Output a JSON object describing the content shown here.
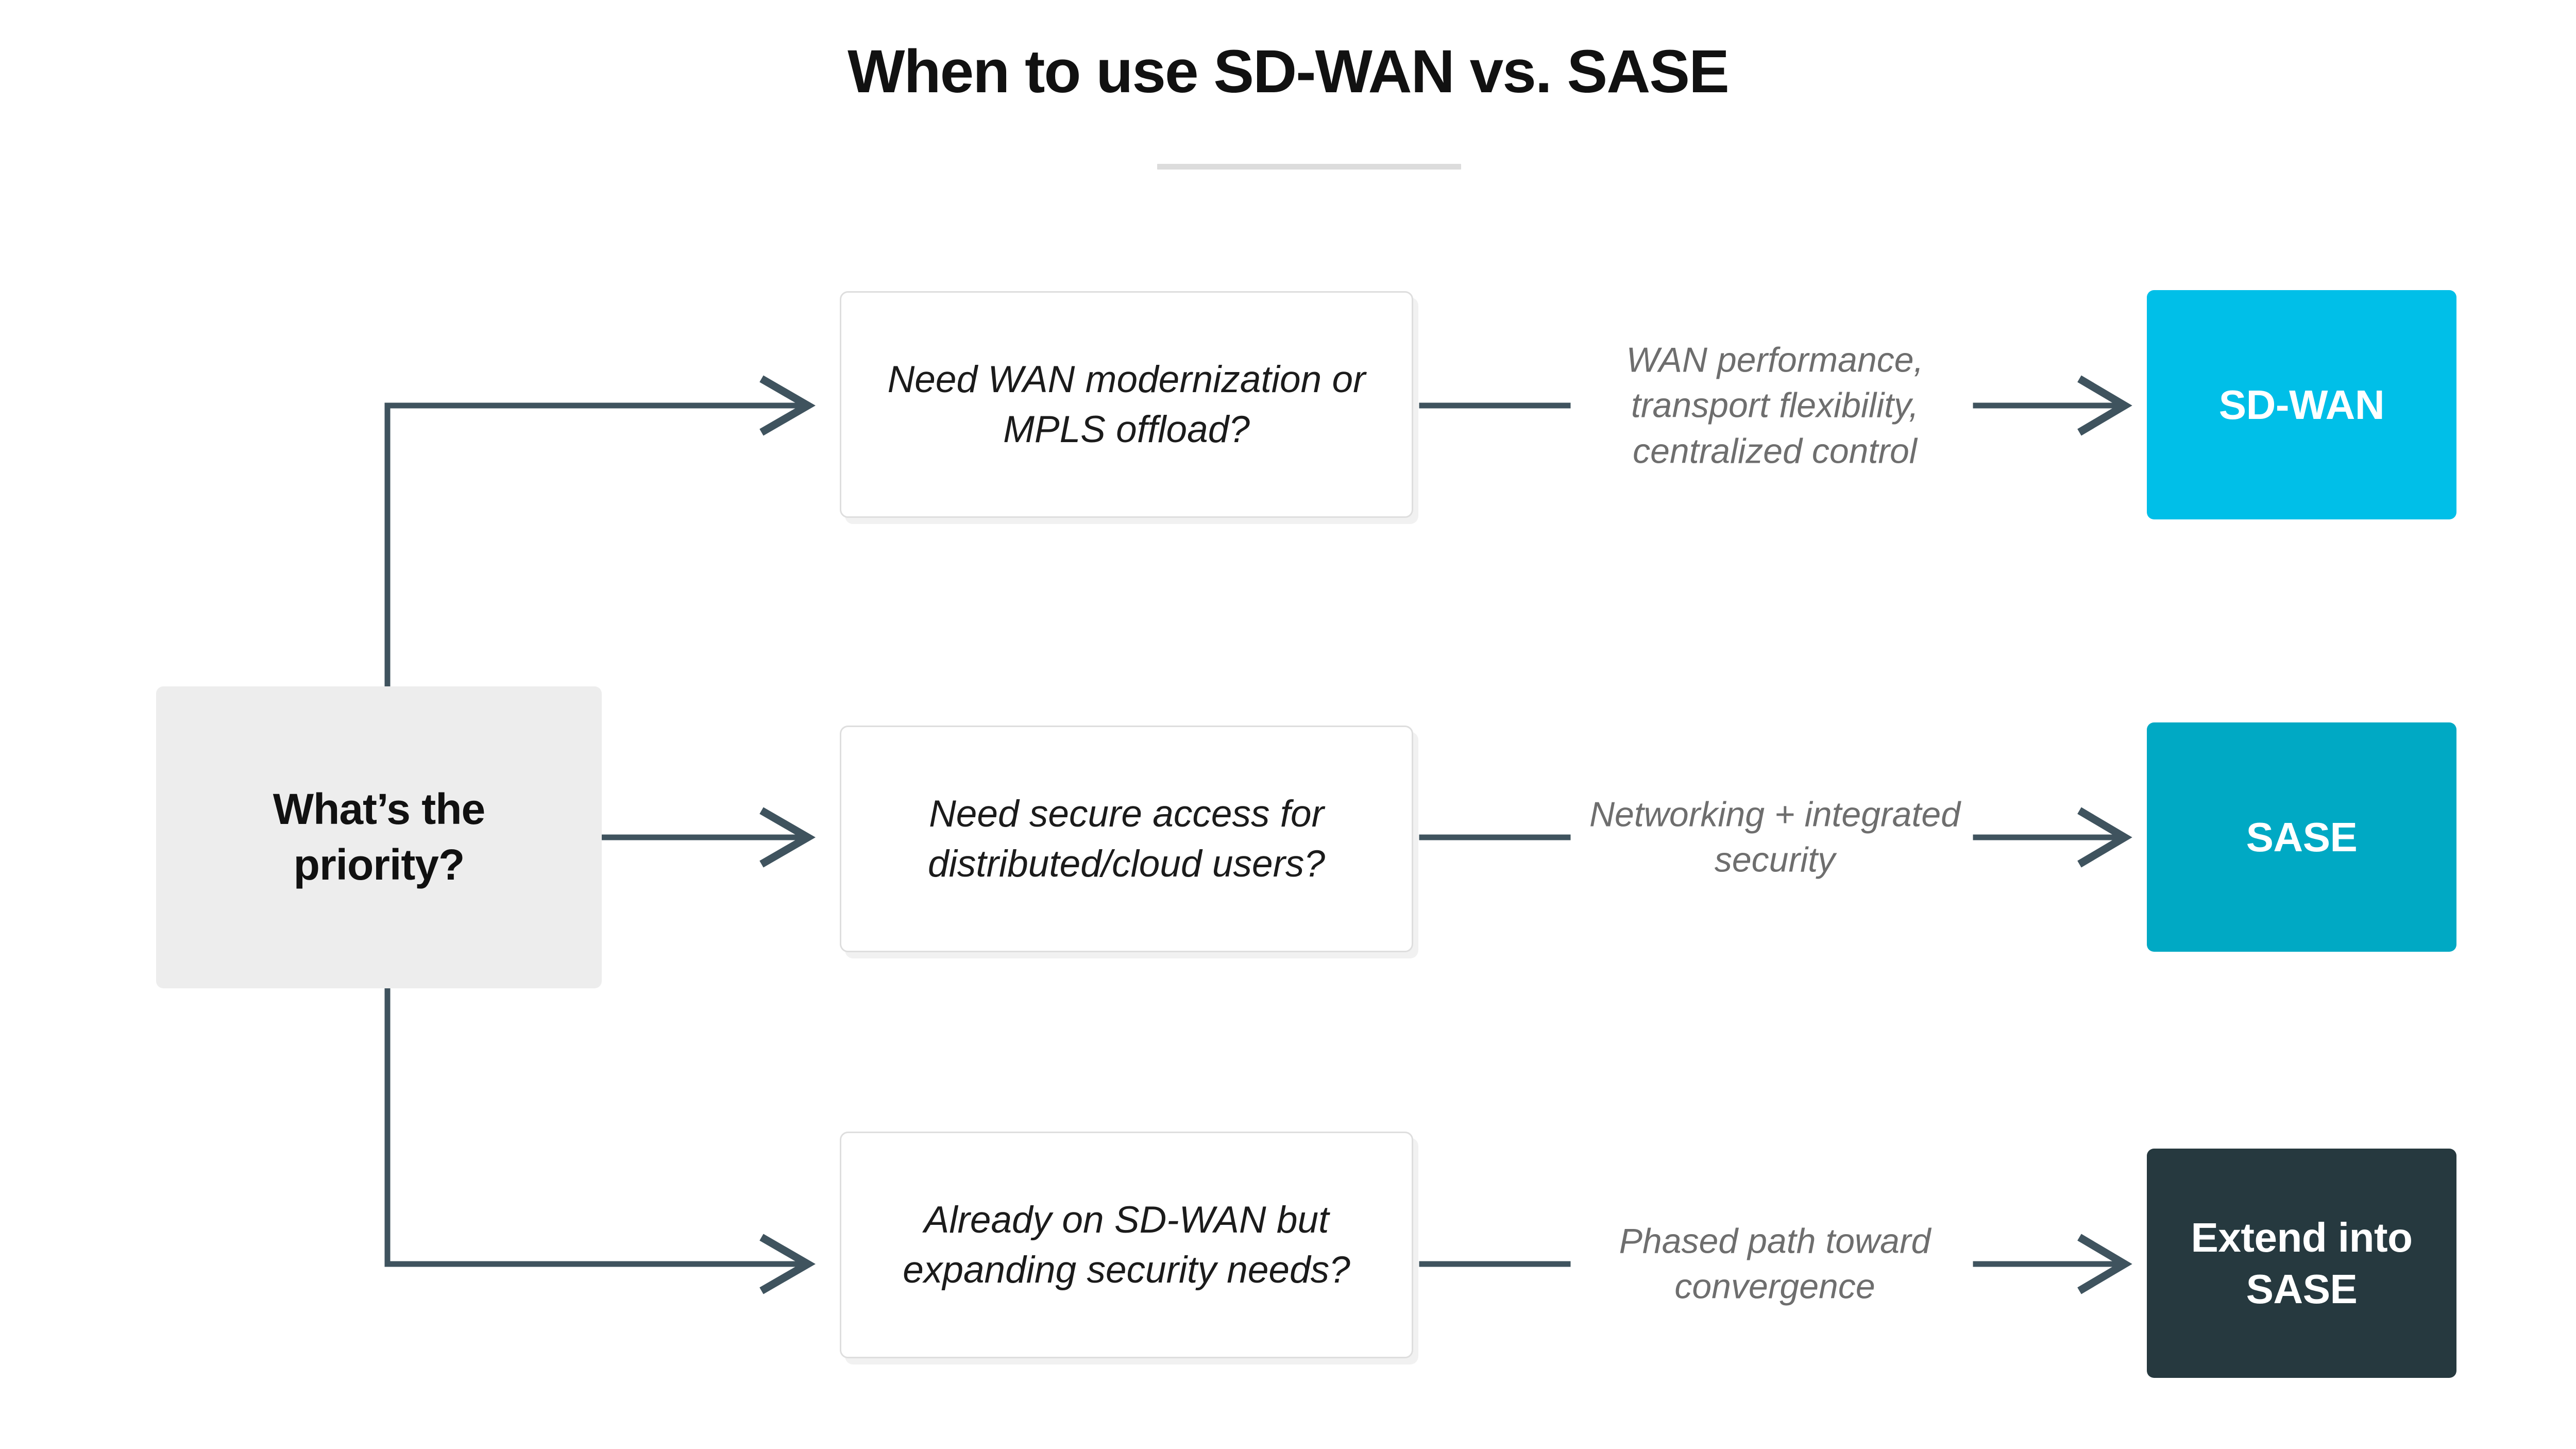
{
  "header": {
    "title": "When to use SD-WAN vs. SASE"
  },
  "diagram": {
    "root": {
      "label": "What’s the priority?"
    },
    "branches": [
      {
        "question": "Need WAN modernization or MPLS offload?",
        "rationale": "WAN performance, transport flexibility, centralized control",
        "outcome": "SD-WAN",
        "outcome_color": "#00bfe8"
      },
      {
        "question": "Need secure access for distributed/cloud users?",
        "rationale": "Networking + integrated security",
        "outcome": "SASE",
        "outcome_color": "#00a9c4"
      },
      {
        "question": "Already on SD-WAN but expanding security needs?",
        "rationale": "Phased path toward convergence",
        "outcome": "Extend into SASE",
        "outcome_color": "#26393f"
      }
    ],
    "connector_color": "#3f535e",
    "divider_color": "#dcdcdc",
    "root_fill": "#ededed",
    "question_fill": "#ffffff",
    "question_border": "#dedede"
  }
}
